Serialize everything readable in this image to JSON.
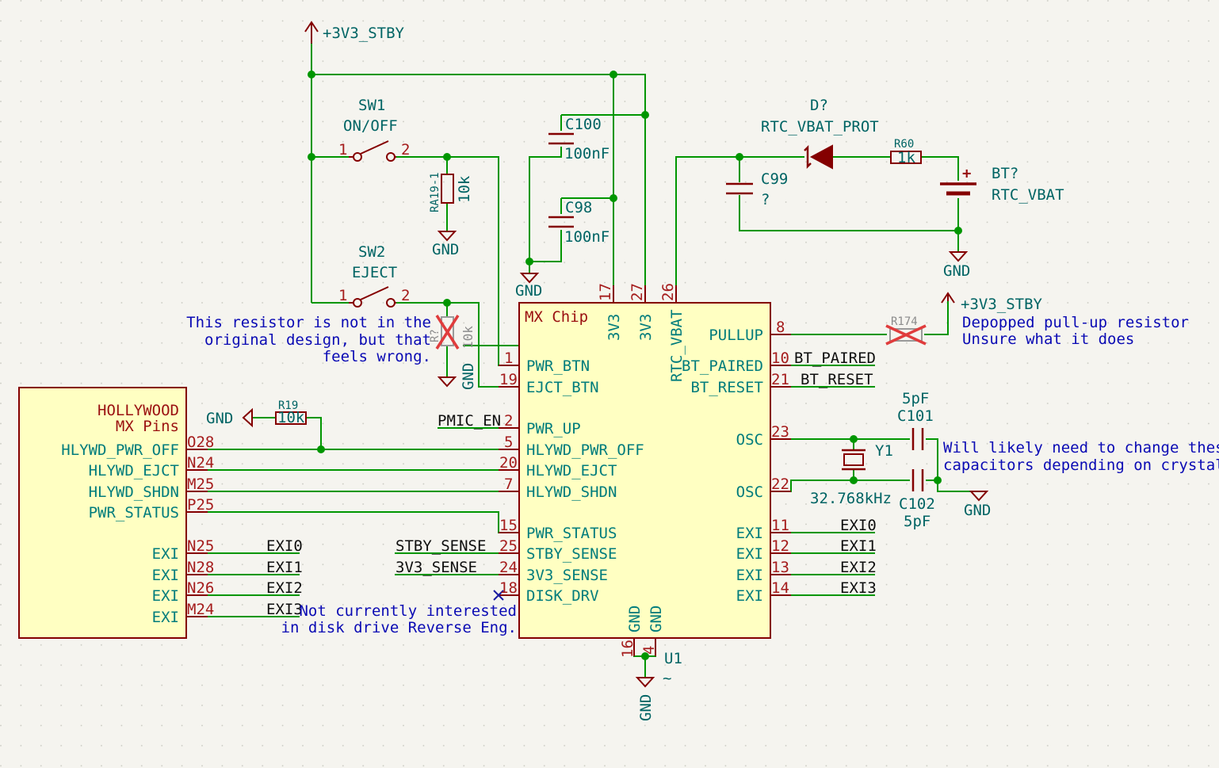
{
  "power": {
    "v3_stby_top": "+3V3_STBY",
    "v3_stby_right": "+3V3_STBY",
    "gnd": "GND"
  },
  "switches": {
    "sw1_ref": "SW1",
    "sw1_value": "ON/OFF",
    "sw2_ref": "SW2",
    "sw2_value": "EJECT",
    "pin1": "1",
    "pin2": "2"
  },
  "resistors": {
    "ra19_ref": "RA19-1",
    "ra19_value": "10k",
    "r_unk_ref": "R?",
    "r_unk_value": "10k",
    "r19_ref": "R19",
    "r19_value": "10k",
    "r60_ref": "R60",
    "r60_value": "1k",
    "r174_ref": "R174"
  },
  "capacitors": {
    "c100_ref": "C100",
    "c100_value": "100nF",
    "c98_ref": "C98",
    "c98_value": "100nF",
    "c99_ref": "C99",
    "c99_value": "?",
    "c101_ref": "C101",
    "c101_value": "5pF",
    "c102_ref": "C102",
    "c102_value": "5pF"
  },
  "diode": {
    "ref": "D?",
    "value": "RTC_VBAT_PROT"
  },
  "battery": {
    "ref": "BT?",
    "value": "RTC_VBAT",
    "plus": "+"
  },
  "crystal": {
    "ref": "Y1",
    "value": "32.768kHz"
  },
  "mx_chip": {
    "title": "MX Chip",
    "ref": "U1",
    "value": "~",
    "top_pins": [
      {
        "name": "3V3",
        "num": "17"
      },
      {
        "name": "3V3",
        "num": "27"
      },
      {
        "name": "RTC_VBAT",
        "num": "26"
      }
    ],
    "left_pins": [
      {
        "name": "PWR_BTN",
        "num": "1"
      },
      {
        "name": "EJCT_BTN",
        "num": "19"
      },
      {
        "name": "PWR_UP",
        "num": "2"
      },
      {
        "name": "HLYWD_PWR_OFF",
        "num": "5"
      },
      {
        "name": "HLYWD_EJCT",
        "num": "20"
      },
      {
        "name": "HLYWD_SHDN",
        "num": "7"
      },
      {
        "name": "PWR_STATUS",
        "num": "15"
      },
      {
        "name": "STBY_SENSE",
        "num": "25"
      },
      {
        "name": "3V3_SENSE",
        "num": "24"
      },
      {
        "name": "DISK_DRV",
        "num": "18"
      }
    ],
    "right_pins": [
      {
        "name": "PULLUP",
        "num": "8"
      },
      {
        "name": "BT_PAIRED",
        "num": "10"
      },
      {
        "name": "BT_RESET",
        "num": "21"
      },
      {
        "name": "OSC",
        "num": "23"
      },
      {
        "name": "OSC",
        "num": "22"
      },
      {
        "name": "EXI",
        "num": "11"
      },
      {
        "name": "EXI",
        "num": "12"
      },
      {
        "name": "EXI",
        "num": "13"
      },
      {
        "name": "EXI",
        "num": "14"
      }
    ],
    "bottom_pins": [
      {
        "name": "GND",
        "num": "16"
      },
      {
        "name": "GND",
        "num": "4"
      }
    ]
  },
  "hollywood": {
    "title1": "HOLLYWOOD",
    "title2": "MX Pins",
    "pins": [
      {
        "name": "HLYWD_PWR_OFF",
        "num": "O28"
      },
      {
        "name": "HLYWD_EJCT",
        "num": "N24"
      },
      {
        "name": "HLYWD_SHDN",
        "num": "M25"
      },
      {
        "name": "PWR_STATUS",
        "num": "P25"
      },
      {
        "name": "EXI",
        "num": "N25"
      },
      {
        "name": "EXI",
        "num": "N28"
      },
      {
        "name": "EXI",
        "num": "N26"
      },
      {
        "name": "EXI",
        "num": "M24"
      }
    ]
  },
  "net_labels": {
    "pmic_en": "PMIC_EN",
    "stby_sense": "STBY_SENSE",
    "v3_sense": "3V3_SENSE",
    "bt_paired": "BT_PAIRED",
    "bt_reset": "BT_RESET",
    "exi_left": [
      "EXI0",
      "EXI1",
      "EXI2",
      "EXI3"
    ],
    "exi_right": [
      "EXI0",
      "EXI1",
      "EXI2",
      "EXI3"
    ]
  },
  "notes": {
    "resistor_note": [
      "This resistor is not in the",
      "original design, but that",
      "feels wrong."
    ],
    "disk_note": [
      "Not currently interested",
      "in disk drive Reverse Eng."
    ],
    "pullup_note": [
      "Depopped pull-up resistor",
      "Unsure what it does"
    ],
    "cap_note": [
      "Will likely need to change these",
      "capacitors depending on crystal"
    ]
  },
  "colors": {
    "background": "#f5f4ef",
    "wire": "#009600",
    "symbol": "#840000",
    "body_fill": "#ffffc2",
    "pin_name": "#007c7c",
    "pin_number": "#a51c1c",
    "note": "#0a0ab4",
    "dnp_cross": "#e03c3c"
  }
}
